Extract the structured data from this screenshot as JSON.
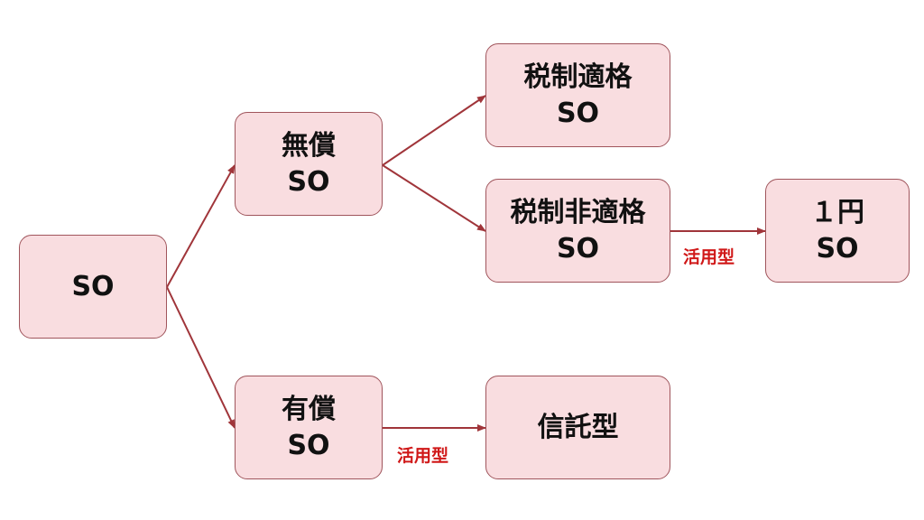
{
  "nodes": {
    "root": {
      "line1": "SO"
    },
    "musho": {
      "line1": "無償",
      "line2": "SO"
    },
    "yusho": {
      "line1": "有償",
      "line2": "SO"
    },
    "zeisei_tekikaku": {
      "line1": "税制適格",
      "line2": "SO"
    },
    "zeisei_hitekikaku": {
      "line1": "税制非適格",
      "line2": "SO"
    },
    "ichien": {
      "line1": "１円",
      "line2": "SO"
    },
    "shintaku": {
      "line1": "信託型"
    }
  },
  "edge_labels": {
    "hitekikaku_to_ichien": "活用型",
    "yusho_to_shintaku": "活用型"
  },
  "colors": {
    "node_fill": "#f9dde0",
    "node_border": "#a0555c",
    "arrow": "#a0353a",
    "edge_label": "#d01818",
    "text": "#111111"
  }
}
